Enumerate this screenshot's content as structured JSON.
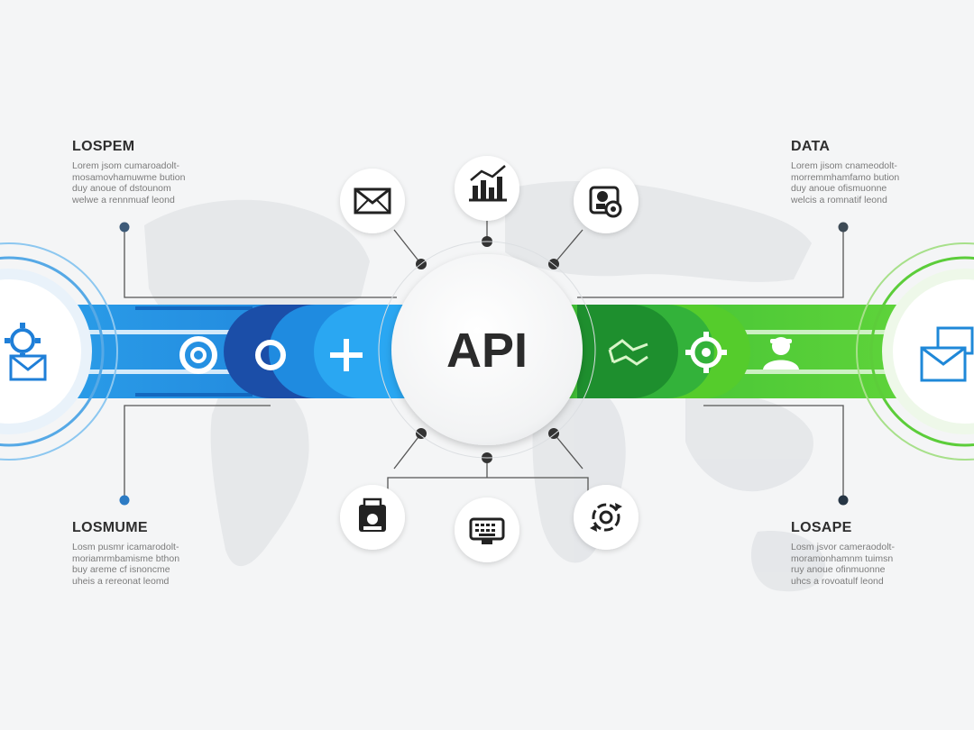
{
  "center": {
    "label": "API"
  },
  "blocks": {
    "top_left": {
      "title": "LOSPEM",
      "lines": [
        "Lorem jsom cumaroadolt-",
        "mosamovhamuwme bution",
        "duy anoue of dstounom",
        "welwe a rennmuaf leond"
      ]
    },
    "top_right": {
      "title": "DATA",
      "lines": [
        "Lorem jisom cnameodolt-",
        "morremmhamfamo bution",
        "duy anoue ofismuonne",
        "welcis a romnatif leond"
      ]
    },
    "bottom_left": {
      "title": "LOSMUME",
      "lines": [
        "Losm pusmr icamarodolt-",
        "moriamrmbamisme bthon",
        "buy areme cf isnoncme",
        "uheis a rereonat leomd"
      ]
    },
    "bottom_right": {
      "title": "LOSAPE",
      "lines": [
        "Losm jsvor cameraodolt-",
        "moramonhamnm tuimsn",
        "ruy anoue ofinmuonne",
        "uhcs a rovoatulf leond"
      ]
    }
  },
  "nodes": {
    "top": [
      "envelope-icon",
      "bar-chart-icon",
      "camera-gear-icon"
    ],
    "bottom": [
      "printer-icon",
      "keyboard-icon",
      "refresh-gear-icon"
    ]
  },
  "band_left": {
    "icons": [
      "gear-envelope-icon",
      "target-icon",
      "ring-icon",
      "plus-icon"
    ],
    "colors": [
      "#1b4ea8",
      "#1f8be0",
      "#2aa7f2",
      "#0f3d8a"
    ]
  },
  "band_right": {
    "icons": [
      "handshake-icon",
      "gear-icon",
      "user-icon",
      "envelope-stack-icon"
    ],
    "colors": [
      "#1e8f2e",
      "#33b23a",
      "#55cc2c",
      "#7ad33a"
    ]
  }
}
